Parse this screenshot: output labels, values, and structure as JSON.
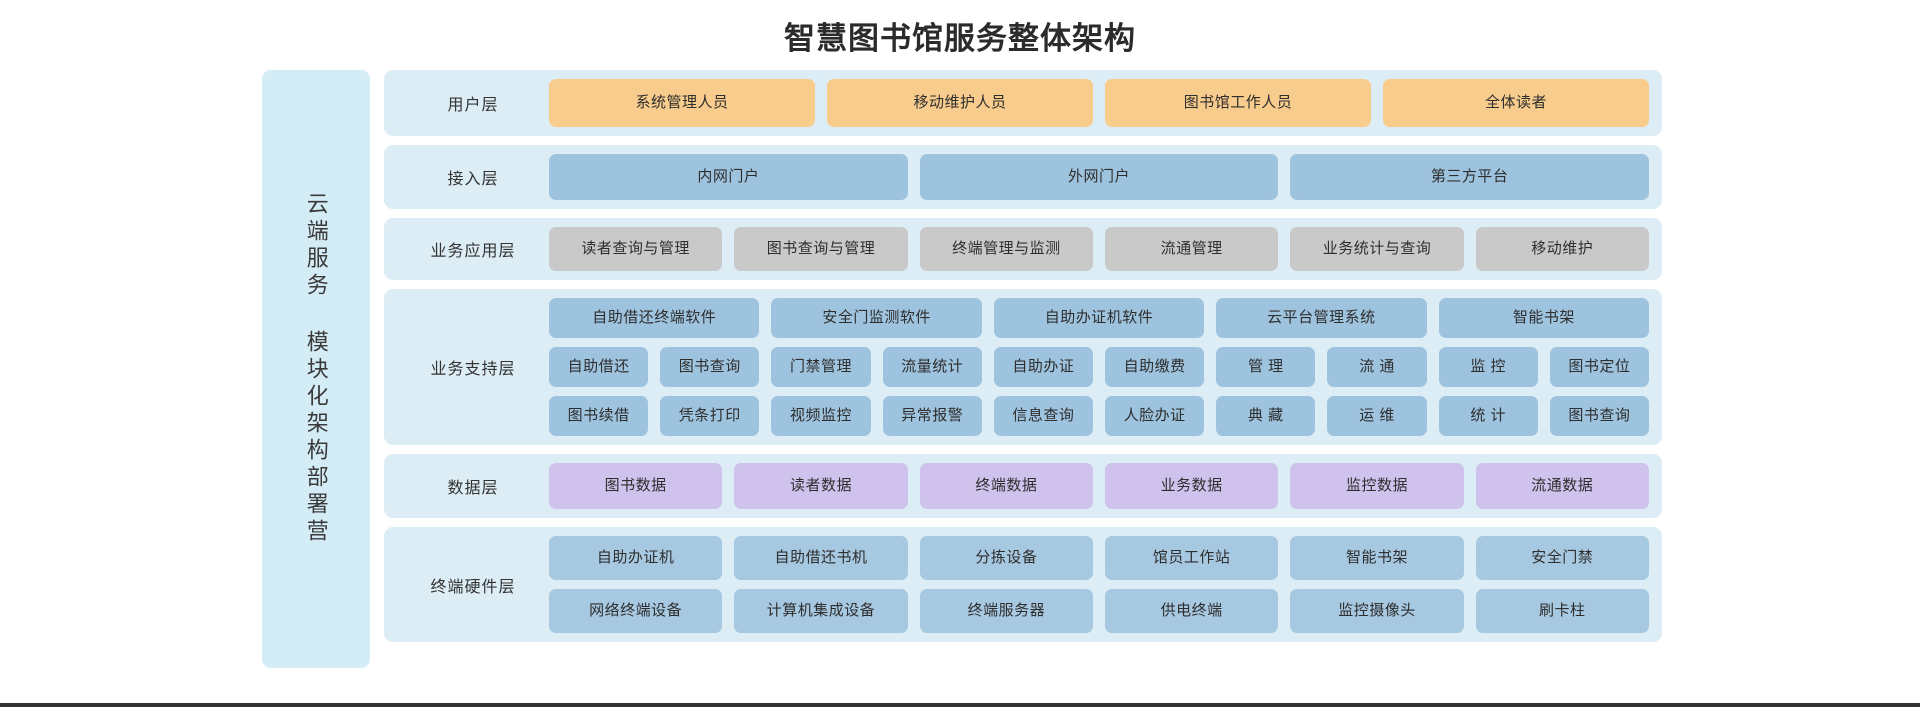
{
  "title": "智慧图书馆服务整体架构",
  "cloud_banner": {
    "text": "云端服务 模块化架构部署营"
  },
  "colors": {
    "banner_bg": "#d4ecf5",
    "layer_bg": "#dcedf5",
    "user_node": "#f8cc8c",
    "access_node": "#9ec3de",
    "app_node": "#c9c9c9",
    "support_node": "#9ec3de",
    "data_node": "#cfc2ec",
    "hardware_node": "#a6c8e0",
    "title_text": "#2b2b2b"
  },
  "layers": [
    {
      "id": "user",
      "label": "用户层",
      "style": "orange",
      "rows": [
        [
          "系统管理人员",
          "移动维护人员",
          "图书馆工作人员",
          "全体读者"
        ]
      ]
    },
    {
      "id": "access",
      "label": "接入层",
      "style": "blue",
      "rows": [
        [
          "内网门户",
          "外网门户",
          "第三方平台"
        ]
      ]
    },
    {
      "id": "app",
      "label": "业务应用层",
      "style": "grey",
      "rows": [
        [
          "读者查询与管理",
          "图书查询与管理",
          "终端管理与监测",
          "流通管理",
          "业务统计与查询",
          "移动维护"
        ]
      ]
    },
    {
      "id": "support",
      "label": "业务支持层",
      "style": "blue",
      "rows": [
        [
          "自助借还终端软件",
          "安全门监测软件",
          "自助办证机软件",
          "云平台管理系统",
          "智能书架"
        ],
        [
          "自助借还",
          "图书查询",
          "门禁管理",
          "流量统计",
          "自助办证",
          "自助缴费",
          "管 理",
          "流 通",
          "监 控",
          "图书定位"
        ],
        [
          "图书续借",
          "凭条打印",
          "视频监控",
          "异常报警",
          "信息查询",
          "人脸办证",
          "典 藏",
          "运 维",
          "统 计",
          "图书查询"
        ]
      ]
    },
    {
      "id": "data",
      "label": "数据层",
      "style": "purple",
      "rows": [
        [
          "图书数据",
          "读者数据",
          "终端数据",
          "业务数据",
          "监控数据",
          "流通数据"
        ]
      ]
    },
    {
      "id": "hw",
      "label": "终端硬件层",
      "style": "lblue",
      "rows": [
        [
          "自助办证机",
          "自助借还书机",
          "分拣设备",
          "馆员工作站",
          "智能书架",
          "安全门禁"
        ],
        [
          "网络终端设备",
          "计算机集成设备",
          "终端服务器",
          "供电终端",
          "监控摄像头",
          "刷卡柱"
        ]
      ]
    }
  ]
}
